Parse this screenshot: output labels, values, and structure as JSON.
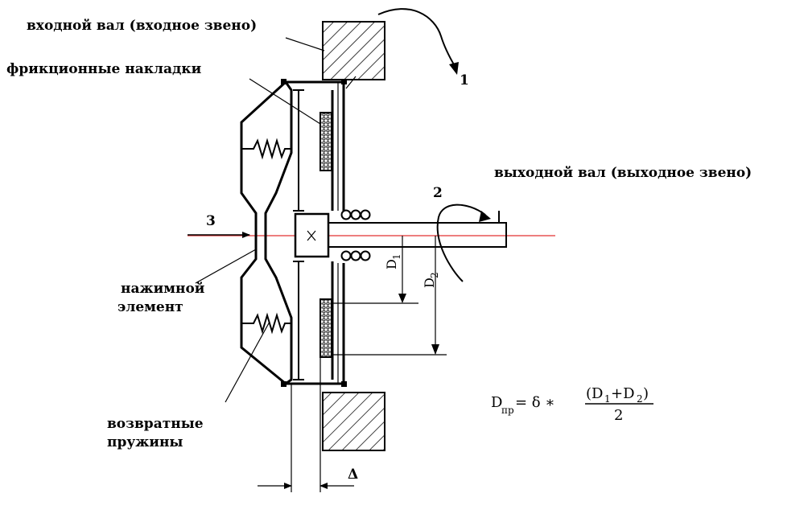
{
  "labels": {
    "input_shaft": "входной вал (входное звено)",
    "friction_linings": "фрикционные накладки",
    "output_shaft": "выходной вал (выходное звено)",
    "pressure_element_line1": "нажимной",
    "pressure_element_line2": "элемент",
    "return_springs_line1": "возвратные",
    "return_springs_line2": "пружины"
  },
  "markers": {
    "m1": "1",
    "m2": "2",
    "m3": "3",
    "delta": "Δ"
  },
  "dimensions": {
    "d1_main": "D",
    "d1_sub": "1",
    "d2_main": "D",
    "d2_sub": "2"
  },
  "formula": {
    "lhs_main": "D",
    "lhs_sub": "пр",
    "equals_delta": "= δ ∗",
    "numerator_open": "(D",
    "numerator_sub1": "1",
    "numerator_plus": "+D",
    "numerator_sub2": "2",
    "numerator_close": ")",
    "denominator": "2"
  },
  "colors": {
    "axis_line": "#e23030",
    "ink": "#000000"
  }
}
